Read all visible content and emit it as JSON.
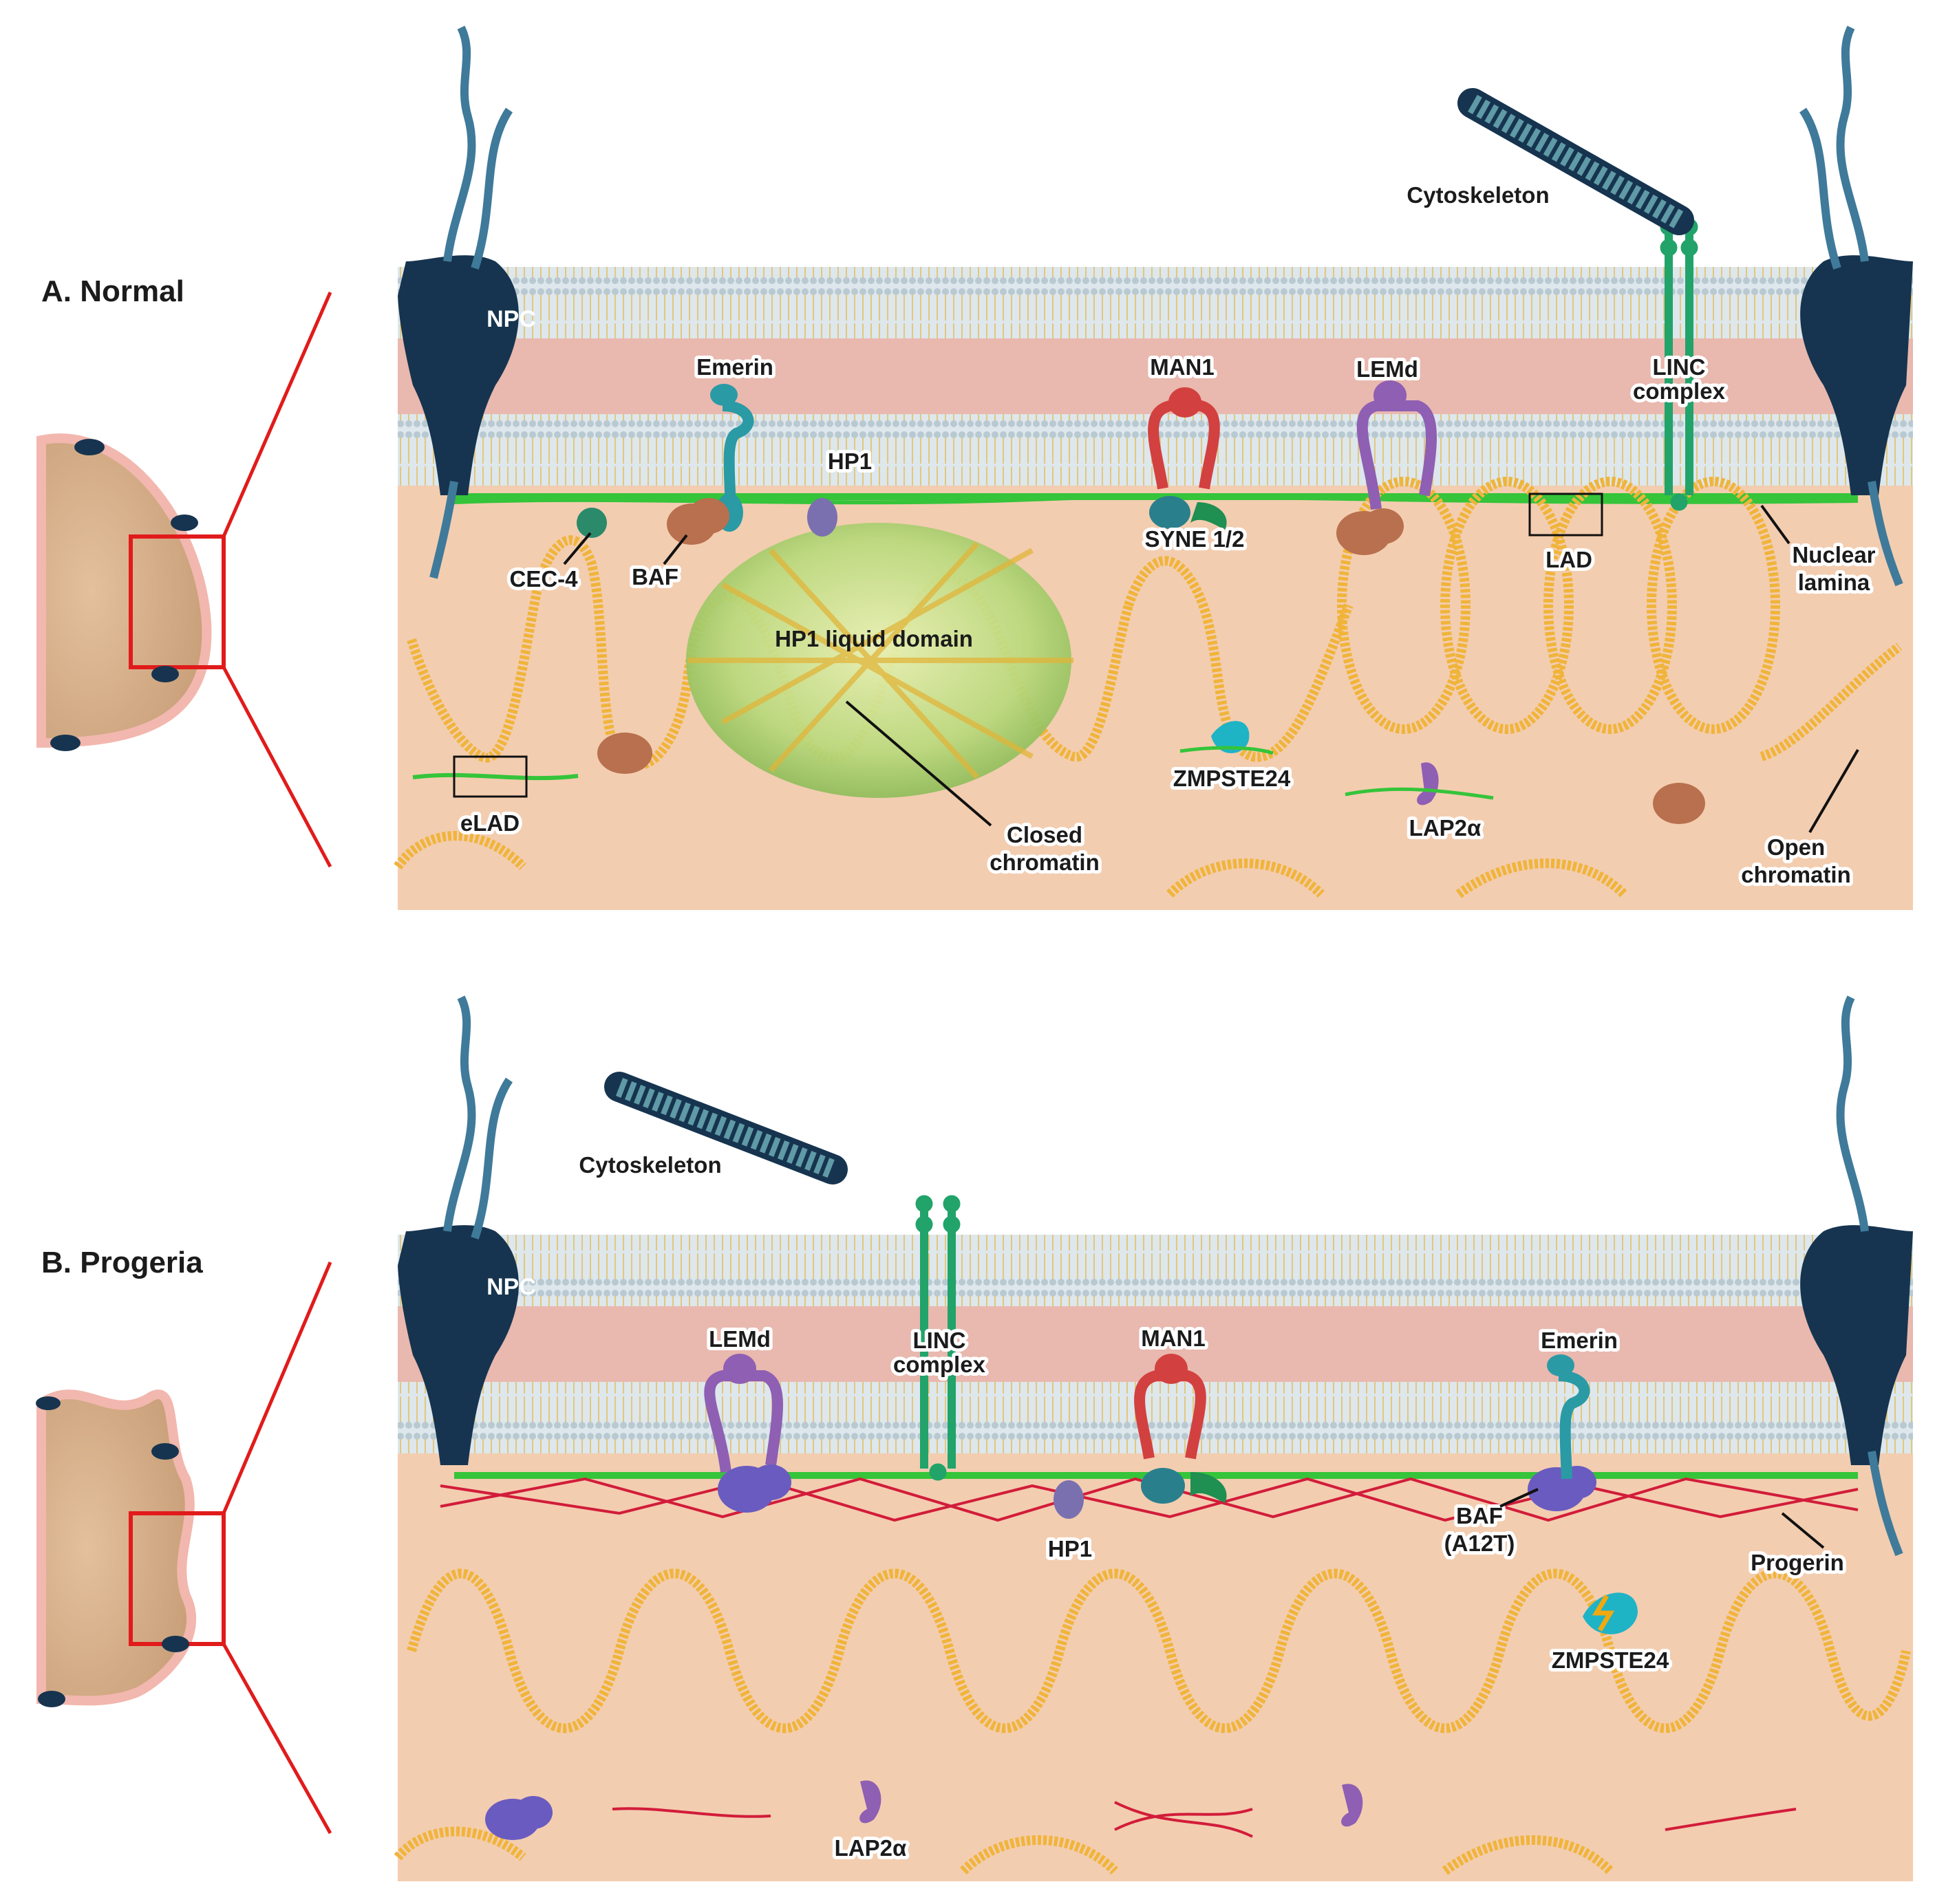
{
  "panel_a": {
    "title": "A. Normal",
    "labels": {
      "npc": "NPC",
      "emerin": "Emerin",
      "man1": "MAN1",
      "lemd": "LEMd",
      "linc_1": "LINC",
      "linc_2": "complex",
      "hp1": "HP1",
      "cec4": "CEC-4",
      "baf": "BAF",
      "syne": "SYNE 1/2",
      "lad": "LAD",
      "lamina_1": "Nuclear",
      "lamina_2": "lamina",
      "hp1_domain": "HP1 liquid domain",
      "zmpste24": "ZMPSTE24",
      "lap2a": "LAP2α",
      "elad": "eLAD",
      "closed_1": "Closed",
      "closed_2": "chromatin",
      "open_1": "Open",
      "open_2": "chromatin",
      "cytoskeleton": "Cytoskeleton"
    }
  },
  "panel_b": {
    "title": "B. Progeria",
    "labels": {
      "npc": "NPC",
      "cytoskeleton": "Cytoskeleton",
      "lemd": "LEMd",
      "linc_1": "LINC",
      "linc_2": "complex",
      "man1": "MAN1",
      "emerin": "Emerin",
      "hp1": "HP1",
      "baf_1": "BAF",
      "baf_2": "(A12T)",
      "progerin": "Progerin",
      "zmpste24": "ZMPSTE24",
      "lap2a": "LAP2α"
    }
  },
  "colors": {
    "npc": "#16344f",
    "membrane": "#d3dfe5",
    "lumen": "#e9b8ae",
    "nucleoplasm": "#f3cdb0",
    "lamina": "#35c43a",
    "progerin": "#d21c3a",
    "chromatin": "#f0b43a",
    "emerin": "#2a9aa5",
    "man1": "#d2413f",
    "lemd": "#8e5fb3",
    "linc": "#22a36a",
    "baf": "#b8704e",
    "baf_mutant": "#6a5bc0",
    "zmpste24": "#1fb3c6",
    "hp1": "#7a70b0",
    "inset_line": "#e11b1b"
  }
}
